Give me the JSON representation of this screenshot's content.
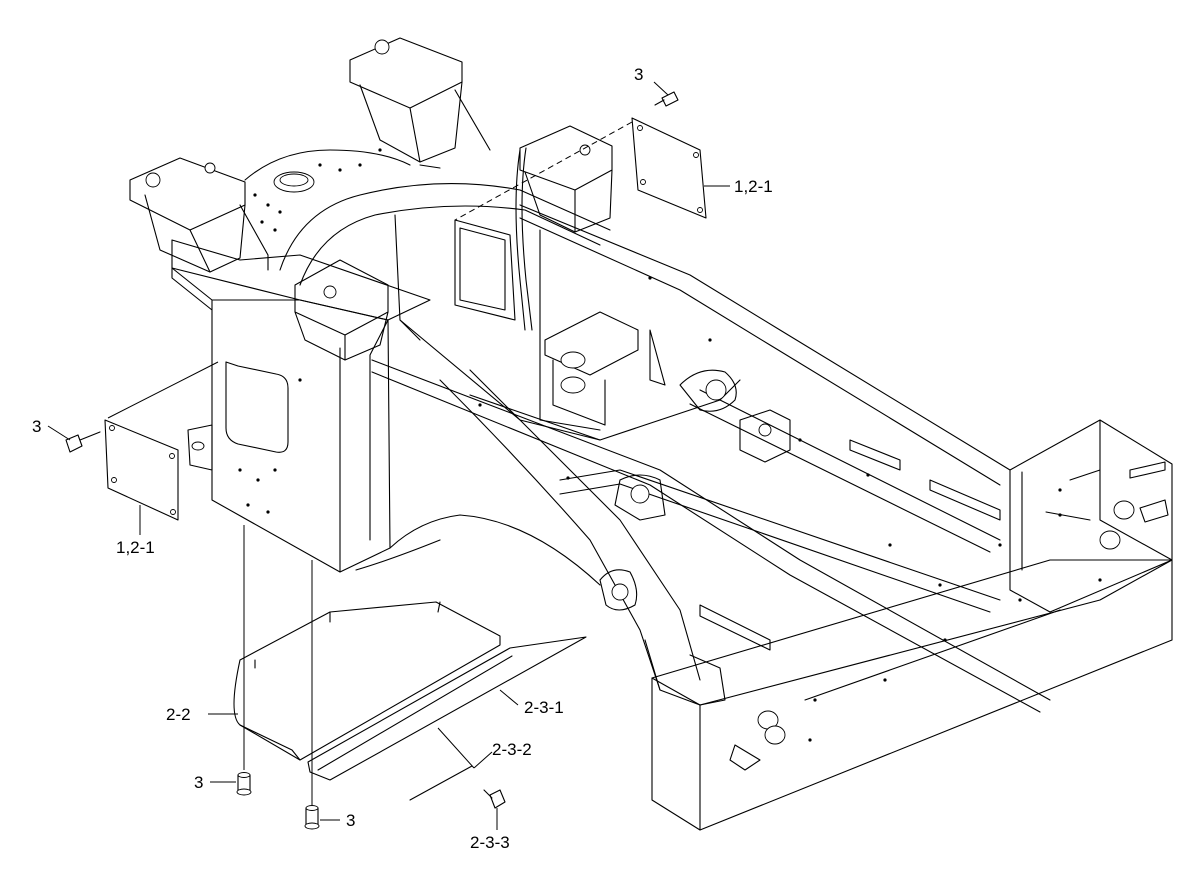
{
  "labels": {
    "cover_top_right": "1,2-1",
    "cover_left": "1,2-1",
    "bolt_top": "3",
    "bolt_left": "3",
    "bolt_bottom_left": "3",
    "bolt_bottom_mid": "3",
    "under_cover": "2-2",
    "rail": "2-3-1",
    "rod": "2-3-2",
    "rod_bolt": "2-3-3"
  }
}
